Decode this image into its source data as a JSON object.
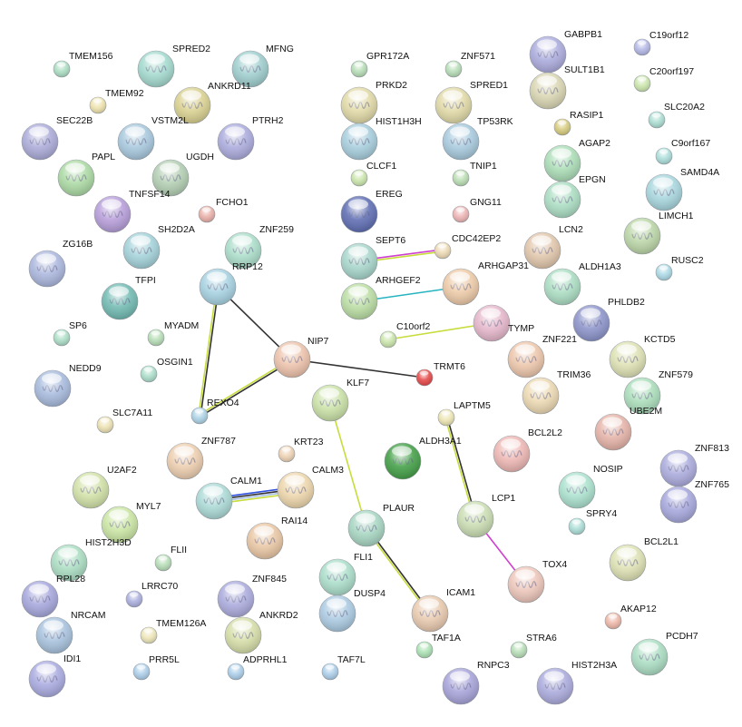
{
  "nodes": [
    {
      "id": "TMEM156",
      "color": "#a8dcc0",
      "structure": false
    },
    {
      "id": "SPRED2",
      "color": "#a0d8cc",
      "structure": true
    },
    {
      "id": "MFNG",
      "color": "#9ccccc",
      "structure": true
    },
    {
      "id": "TMEM92",
      "color": "#ece0a8",
      "structure": false
    },
    {
      "id": "ANKRD11",
      "color": "#d8cf8c",
      "structure": true
    },
    {
      "id": "SEC22B",
      "color": "#a9a8d8",
      "structure": true
    },
    {
      "id": "VSTM2L",
      "color": "#a4c6dc",
      "structure": true
    },
    {
      "id": "PTRH2",
      "color": "#a8a8dc",
      "structure": true
    },
    {
      "id": "PAPL",
      "color": "#a8d8a0",
      "structure": true
    },
    {
      "id": "UGDH",
      "color": "#b0ccb0",
      "structure": true
    },
    {
      "id": "TNFSF14",
      "color": "#b49ad8",
      "structure": true
    },
    {
      "id": "FCHO1",
      "color": "#e8aca4",
      "structure": false
    },
    {
      "id": "SH2D2A",
      "color": "#a0d0d8",
      "structure": true
    },
    {
      "id": "ZNF259",
      "color": "#a8dcc8",
      "structure": true
    },
    {
      "id": "ZG16B",
      "color": "#a8b4dc",
      "structure": true
    },
    {
      "id": "RRP12",
      "color": "#a4d0e0",
      "structure": true
    },
    {
      "id": "TFPI",
      "color": "#6cb8b0",
      "structure": true
    },
    {
      "id": "SP6",
      "color": "#a8dcc4",
      "structure": false
    },
    {
      "id": "MYADM",
      "color": "#b4dcb4",
      "structure": false
    },
    {
      "id": "OSGIN1",
      "color": "#a8dcc8",
      "structure": false
    },
    {
      "id": "NEDD9",
      "color": "#a4b8dc",
      "structure": true
    },
    {
      "id": "SLC7A11",
      "color": "#ece0b0",
      "structure": false
    },
    {
      "id": "REXO4",
      "color": "#a8d0e4",
      "structure": false
    },
    {
      "id": "NIP7",
      "color": "#ecc0a8",
      "structure": true
    },
    {
      "id": "GPR172A",
      "color": "#b4dcb4",
      "structure": false
    },
    {
      "id": "PRKD2",
      "color": "#e0d8a4",
      "structure": true
    },
    {
      "id": "HIST1H3H",
      "color": "#a4ccdc",
      "structure": true
    },
    {
      "id": "CLCF1",
      "color": "#c8e4a8",
      "structure": false
    },
    {
      "id": "EREG",
      "color": "#5868b0",
      "structure": true
    },
    {
      "id": "ZNF571",
      "color": "#b4dcb4",
      "structure": false
    },
    {
      "id": "SPRED1",
      "color": "#e0d8a4",
      "structure": true
    },
    {
      "id": "TP53RK",
      "color": "#a4c8dc",
      "structure": true
    },
    {
      "id": "TNIP1",
      "color": "#b8dcb0",
      "structure": false
    },
    {
      "id": "GNG11",
      "color": "#ecb0b0",
      "structure": false
    },
    {
      "id": "SEPT6",
      "color": "#a4d4c8",
      "structure": true
    },
    {
      "id": "CDC42EP2",
      "color": "#ecd8b0",
      "structure": false
    },
    {
      "id": "ARHGEF2",
      "color": "#b8dca0",
      "structure": true
    },
    {
      "id": "ARHGAP31",
      "color": "#ecc8a4",
      "structure": true
    },
    {
      "id": "C10orf2",
      "color": "#c8e4a8",
      "structure": false
    },
    {
      "id": "TYMP",
      "color": "#e4b4c8",
      "structure": true
    },
    {
      "id": "TRMT6",
      "color": "#e44040",
      "structure": false
    },
    {
      "id": "KLF7",
      "color": "#c8e0a4",
      "structure": true
    },
    {
      "id": "LAPTM5",
      "color": "#ece4b0",
      "structure": false
    },
    {
      "id": "GABPB1",
      "color": "#a8a8dc",
      "structure": true
    },
    {
      "id": "C19orf12",
      "color": "#b0b4e4",
      "structure": false
    },
    {
      "id": "SULT1B1",
      "color": "#d8d4b0",
      "structure": true
    },
    {
      "id": "C20orf197",
      "color": "#c8e4a8",
      "structure": false
    },
    {
      "id": "RASIP1",
      "color": "#d4c878",
      "structure": false
    },
    {
      "id": "SLC20A2",
      "color": "#a8dcd0",
      "structure": false
    },
    {
      "id": "AGAP2",
      "color": "#a8dcb4",
      "structure": true
    },
    {
      "id": "C9orf167",
      "color": "#a8dcd8",
      "structure": false
    },
    {
      "id": "EPGN",
      "color": "#a8dcc0",
      "structure": true
    },
    {
      "id": "SAMD4A",
      "color": "#a4d4dc",
      "structure": true
    },
    {
      "id": "LIMCH1",
      "color": "#b8d4a4",
      "structure": true
    },
    {
      "id": "LCN2",
      "color": "#e0c4a8",
      "structure": true
    },
    {
      "id": "RUSC2",
      "color": "#a8d8e4",
      "structure": false
    },
    {
      "id": "ALDH1A3",
      "color": "#a8dcc0",
      "structure": true
    },
    {
      "id": "PHLDB2",
      "color": "#8890c8",
      "structure": true
    },
    {
      "id": "ZNF221",
      "color": "#ecc4a8",
      "structure": true
    },
    {
      "id": "KCTD5",
      "color": "#dce0b0",
      "structure": true
    },
    {
      "id": "TRIM36",
      "color": "#ecd8b0",
      "structure": true
    },
    {
      "id": "ZNF579",
      "color": "#a8dcb8",
      "structure": true
    },
    {
      "id": "UBE2M",
      "color": "#e4b0a4",
      "structure": true
    },
    {
      "id": "BCL2L2",
      "color": "#ecb4b0",
      "structure": true
    },
    {
      "id": "ALDH3A1",
      "color": "#3c9c40",
      "structure": true
    },
    {
      "id": "ZNF813",
      "color": "#a8a8dc",
      "structure": true
    },
    {
      "id": "ZNF765",
      "color": "#a4a4dc",
      "structure": true
    },
    {
      "id": "NOSIP",
      "color": "#a8e0cc",
      "structure": true
    },
    {
      "id": "SPRY4",
      "color": "#a8dcd4",
      "structure": false
    },
    {
      "id": "LCP1",
      "color": "#c8dcb0",
      "structure": true
    },
    {
      "id": "BCL2L1",
      "color": "#dce0b0",
      "structure": true
    },
    {
      "id": "TOX4",
      "color": "#ecc4b8",
      "structure": true
    },
    {
      "id": "AKAP12",
      "color": "#ecb4a4",
      "structure": false
    },
    {
      "id": "PCDH7",
      "color": "#a8dcc0",
      "structure": true
    },
    {
      "id": "STRA6",
      "color": "#b4dcb4",
      "structure": false
    },
    {
      "id": "HIST2H3A",
      "color": "#a8a8dc",
      "structure": true
    },
    {
      "id": "RNPC3",
      "color": "#a4a0d8",
      "structure": true
    },
    {
      "id": "TAF1A",
      "color": "#a8e0b0",
      "structure": false
    },
    {
      "id": "ICAM1",
      "color": "#e8c8ac",
      "structure": true
    },
    {
      "id": "PLAUR",
      "color": "#a4d4c0",
      "structure": true
    },
    {
      "id": "FLI1",
      "color": "#a8dcc8",
      "structure": true
    },
    {
      "id": "DUSP4",
      "color": "#a8c8e0",
      "structure": true
    },
    {
      "id": "TAF7L",
      "color": "#a8cce8",
      "structure": false
    },
    {
      "id": "ZNF787",
      "color": "#ecccac",
      "structure": true
    },
    {
      "id": "KRT23",
      "color": "#ecd0b0",
      "structure": false
    },
    {
      "id": "CALM1",
      "color": "#a8d8d4",
      "structure": true
    },
    {
      "id": "CALM3",
      "color": "#ecd4a8",
      "structure": true
    },
    {
      "id": "RAI14",
      "color": "#e8c4a0",
      "structure": true
    },
    {
      "id": "U2AF2",
      "color": "#d0e0a4",
      "structure": true
    },
    {
      "id": "MYL7",
      "color": "#c8e4a0",
      "structure": true
    },
    {
      "id": "HIST2H3D",
      "color": "#a8dcc0",
      "structure": true
    },
    {
      "id": "FLII",
      "color": "#b4dcb4",
      "structure": false
    },
    {
      "id": "RPL28",
      "color": "#a4a4dc",
      "structure": true
    },
    {
      "id": "LRRC70",
      "color": "#a8acdc",
      "structure": false
    },
    {
      "id": "ZNF845",
      "color": "#a8a8dc",
      "structure": true
    },
    {
      "id": "ANKRD2",
      "color": "#d4dca4",
      "structure": true
    },
    {
      "id": "NRCAM",
      "color": "#a4c0dc",
      "structure": true
    },
    {
      "id": "TMEM126A",
      "color": "#ece4b4",
      "structure": false
    },
    {
      "id": "IDI1",
      "color": "#a8a8e0",
      "structure": true
    },
    {
      "id": "PRR5L",
      "color": "#a8cce8",
      "structure": false
    },
    {
      "id": "ADPRHL1",
      "color": "#a8cce8",
      "structure": false
    }
  ],
  "edges": [
    {
      "source": "RRP12",
      "target": "NIP7",
      "colors": [
        "#333333"
      ]
    },
    {
      "source": "RRP12",
      "target": "REXO4",
      "colors": [
        "#333333",
        "#c8dc3c"
      ]
    },
    {
      "source": "NIP7",
      "target": "REXO4",
      "colors": [
        "#333333",
        "#c8dc3c"
      ]
    },
    {
      "source": "NIP7",
      "target": "TRMT6",
      "colors": [
        "#333333"
      ]
    },
    {
      "source": "SEPT6",
      "target": "CDC42EP2",
      "colors": [
        "#d040d0",
        "#c8dc3c"
      ]
    },
    {
      "source": "ARHGEF2",
      "target": "ARHGAP31",
      "colors": [
        "#28b4c0"
      ]
    },
    {
      "source": "C10orf2",
      "target": "TYMP",
      "colors": [
        "#c8dc3c"
      ]
    },
    {
      "source": "KLF7",
      "target": "PLAUR",
      "colors": [
        "#c8dc3c"
      ]
    },
    {
      "source": "PLAUR",
      "target": "ICAM1",
      "colors": [
        "#333333",
        "#c8dc3c"
      ]
    },
    {
      "source": "LAPTM5",
      "target": "LCP1",
      "colors": [
        "#333333",
        "#c8dc3c"
      ]
    },
    {
      "source": "LCP1",
      "target": "TOX4",
      "colors": [
        "#d040d0"
      ]
    },
    {
      "source": "CALM1",
      "target": "CALM3",
      "colors": [
        "#3050e0",
        "#333333",
        "#a8c0e8",
        "#c8dc3c"
      ]
    }
  ]
}
